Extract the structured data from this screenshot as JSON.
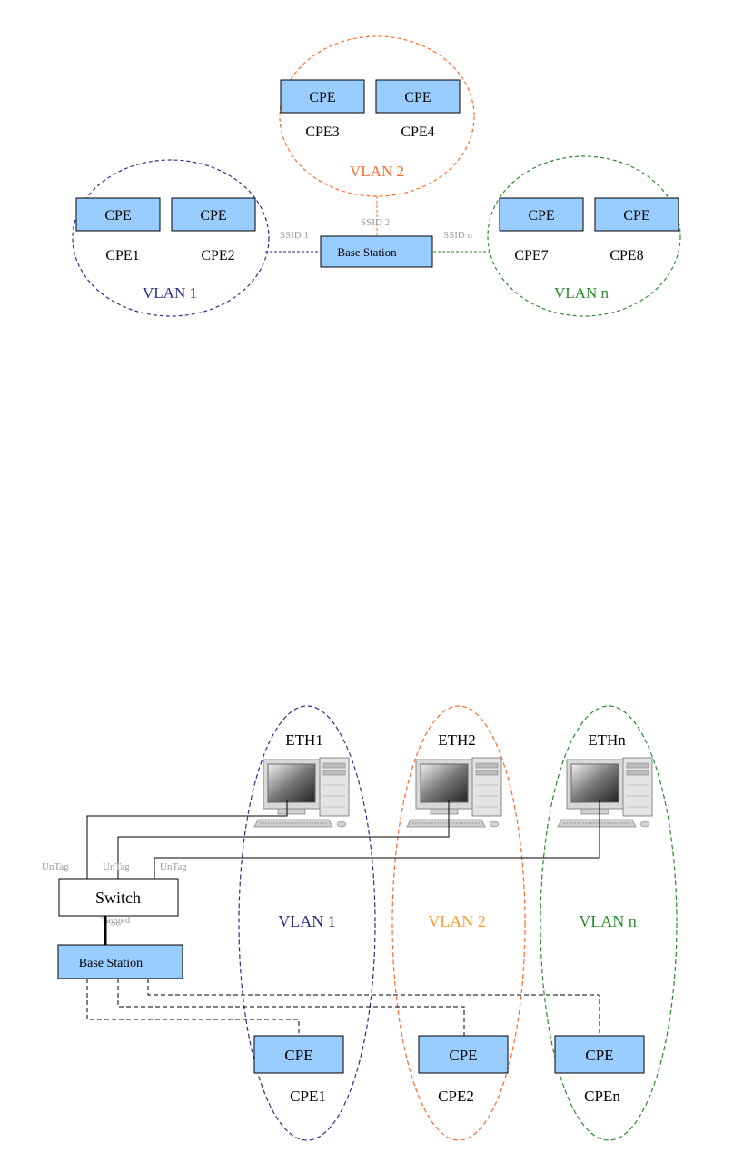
{
  "colors": {
    "cpe_fill": "#99ccff",
    "vlan1": "#2e2e8a",
    "vlan2": "#ff6a2a",
    "vlan2_text": "#ff9933",
    "vlann": "#2a8a2a",
    "ssid_text": "#9a9a9a"
  },
  "top_diagram": {
    "cpe_box_label": "CPE",
    "base_station": "Base Station",
    "ssid": [
      "SSID 1",
      "SSID 2",
      "SSID n"
    ],
    "vlans": [
      "VLAN 1",
      "VLAN 2",
      "VLAN n"
    ],
    "cpe_names": [
      "CPE1",
      "CPE2",
      "CPE3",
      "CPE4",
      "CPE7",
      "CPE8"
    ]
  },
  "bottom_diagram": {
    "eth_labels": [
      "ETH1",
      "ETH2",
      "ETHn"
    ],
    "switch": "Switch",
    "base_station": "Base Station",
    "untag": [
      "UnTag",
      "UnTag",
      "UnTag"
    ],
    "tagged": "Tagged",
    "vlans": [
      "VLAN 1",
      "VLAN 2",
      "VLAN n"
    ],
    "cpe_box_label": "CPE",
    "cpe_names": [
      "CPE1",
      "CPE2",
      "CPEn"
    ],
    "computer_icon": "desktop-computer-icon"
  }
}
